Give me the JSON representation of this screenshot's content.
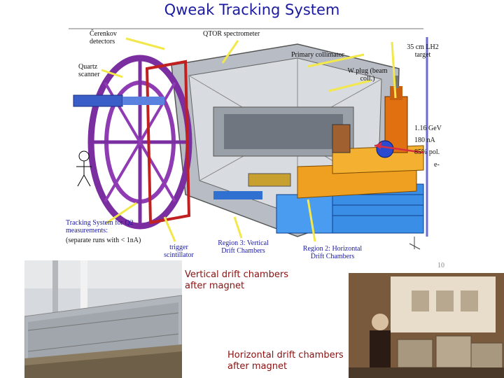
{
  "title": "Qweak Tracking System",
  "labels": {
    "cerenkov": "Čerenkov detectors",
    "qtor": "QTOR spectrometer",
    "target": "35 cm LH2 target",
    "collimator": "Primary collimator",
    "quartz": "Quartz scanner",
    "wplug": "W plug (beam coll.)",
    "beam_energy": "1.16 GeV",
    "beam_current": "180 nA",
    "beam_pol": "85% pol.",
    "electron": "e-",
    "tracking": "Tracking System for Q2 measurements:",
    "separate_runs": "(separate runs with < 1nA)",
    "trigger": "trigger scintillator",
    "region3": "Region 3: Vertical Drift Chambers",
    "region2": "Region 2: Horizontal Drift Chambers",
    "page_number": "10",
    "vdc_caption": "Vertical drift chambers after magnet",
    "hdc_caption": "Horizontal drift chambers after magnet"
  },
  "colors": {
    "title": "#1a1aa0",
    "callout_arrow": "#f2e84a",
    "beam_arrow": "#d83040",
    "caption": "#8a1010"
  }
}
